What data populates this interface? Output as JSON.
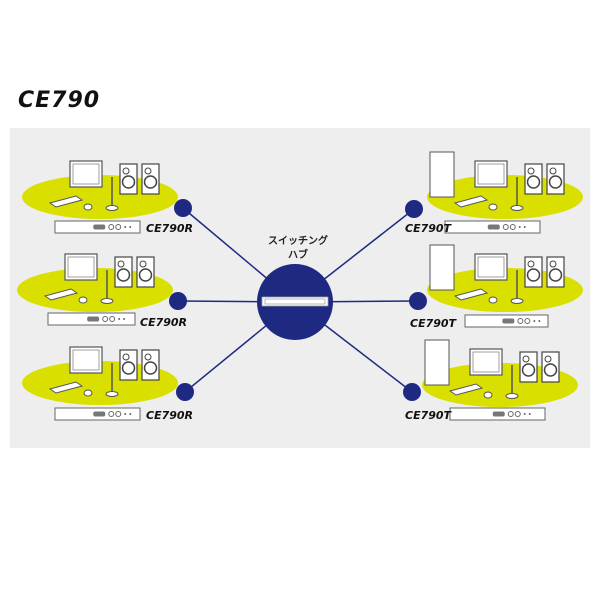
{
  "title": "CE790",
  "hub": {
    "label_line1": "スイッチング",
    "label_line2": "ハブ"
  },
  "colors": {
    "accent": "#1e2a82",
    "platform": "#d9e000",
    "panel": "#eeeeee"
  },
  "stations": [
    {
      "side": "left",
      "label": "CE790R",
      "computer": false
    },
    {
      "side": "left",
      "label": "CE790R",
      "computer": false
    },
    {
      "side": "left",
      "label": "CE790R",
      "computer": false
    },
    {
      "side": "right",
      "label": "CE790T",
      "computer": true
    },
    {
      "side": "right",
      "label": "CE790T",
      "computer": true
    },
    {
      "side": "right",
      "label": "CE790T",
      "computer": true
    }
  ]
}
